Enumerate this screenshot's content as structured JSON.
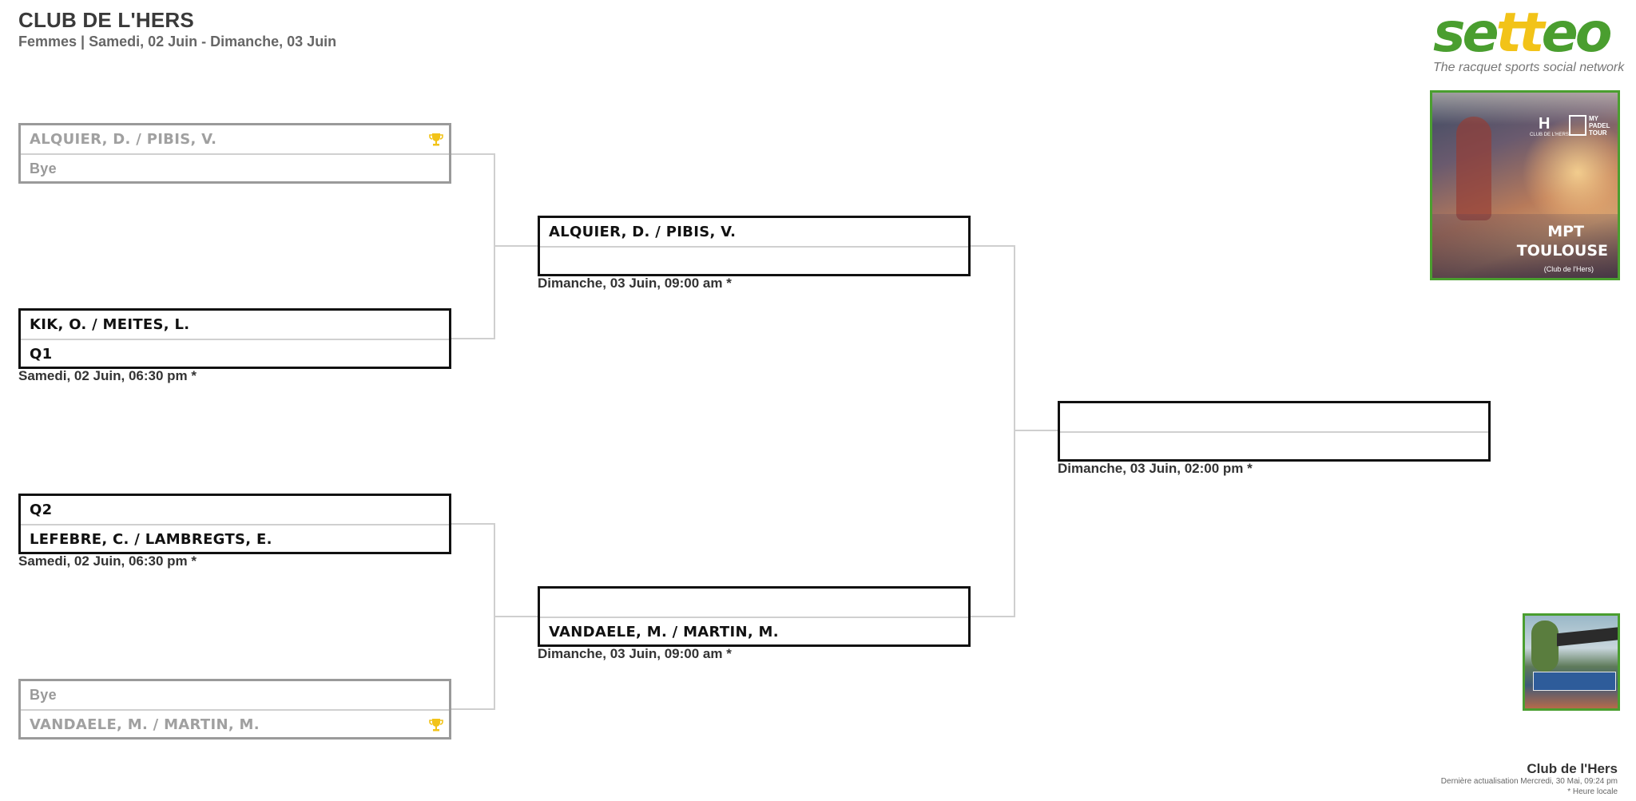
{
  "header": {
    "title": "CLUB DE L'HERS",
    "subtitle": "Femmes | Samedi, 02 Juin - Dimanche, 03 Juin"
  },
  "branding": {
    "logo": "setteo",
    "tagline": "The racquet sports social network",
    "accent_color": "#4a9e2f",
    "accent_yellow": "#f2c318"
  },
  "promo": {
    "title_line1": "MPT",
    "title_line2": "TOULOUSE",
    "caption": "(Club de l'Hers)",
    "logo_left_letter": "H",
    "logo_left_sub": "CLUB DE L'HERS",
    "logo_right": "MY PADEL TOUR"
  },
  "rounds": [
    {
      "matches": [
        {
          "top": "ALQUIER, D. / PIBIS, V.",
          "bottom": "Bye",
          "winner": "top",
          "status": "completed",
          "time": ""
        },
        {
          "top": "KIK, O. / MEITES, L.",
          "bottom": "Q1",
          "status": "scheduled",
          "time": "Samedi, 02 Juin, 06:30 pm *"
        },
        {
          "top": "Q2",
          "bottom": "LEFEBRE, C. / LAMBREGTS, E.",
          "status": "scheduled",
          "time": "Samedi, 02 Juin, 06:30 pm *"
        },
        {
          "top": "Bye",
          "bottom": "VANDAELE, M. / MARTIN, M.",
          "winner": "bottom",
          "status": "completed",
          "time": ""
        }
      ]
    },
    {
      "matches": [
        {
          "top": "ALQUIER, D. / PIBIS, V.",
          "bottom": "",
          "status": "scheduled",
          "time": "Dimanche, 03 Juin, 09:00 am *"
        },
        {
          "top": "",
          "bottom": "VANDAELE, M. / MARTIN, M.",
          "status": "scheduled",
          "time": "Dimanche, 03 Juin, 09:00 am *"
        }
      ]
    },
    {
      "matches": [
        {
          "top": "",
          "bottom": "",
          "status": "scheduled",
          "time": "Dimanche, 03 Juin, 02:00 pm *"
        }
      ]
    }
  ],
  "footer": {
    "club": "Club de l'Hers",
    "updated": "Dernière actualisation Mercredi, 30 Mai, 09:24 pm",
    "note": "* Heure locale"
  }
}
